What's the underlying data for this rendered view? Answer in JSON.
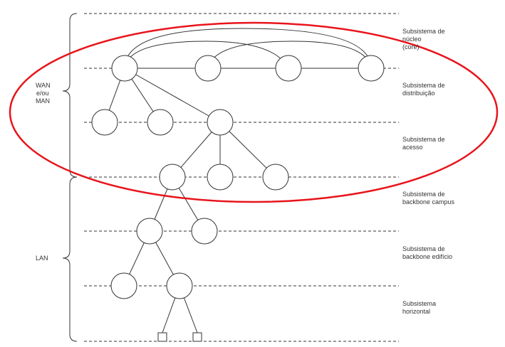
{
  "diagram": {
    "layer_labels": [
      [
        "Subsistema de",
        "núcleo",
        "(core)"
      ],
      [
        "Subsistema de",
        "distribuição"
      ],
      [
        "Subsistema de",
        "acesso"
      ],
      [
        "Subsistema de",
        "backbone campus"
      ],
      [
        "Subsistema de",
        "backbone edifício"
      ],
      [
        "Subsistema",
        "horizontal"
      ]
    ],
    "network_labels": {
      "wan": [
        "WAN",
        "e/ou",
        "MAN"
      ],
      "lan": [
        "LAN"
      ]
    },
    "colors": {
      "line": "#333333",
      "highlight_ellipse": "#e8141b"
    }
  }
}
